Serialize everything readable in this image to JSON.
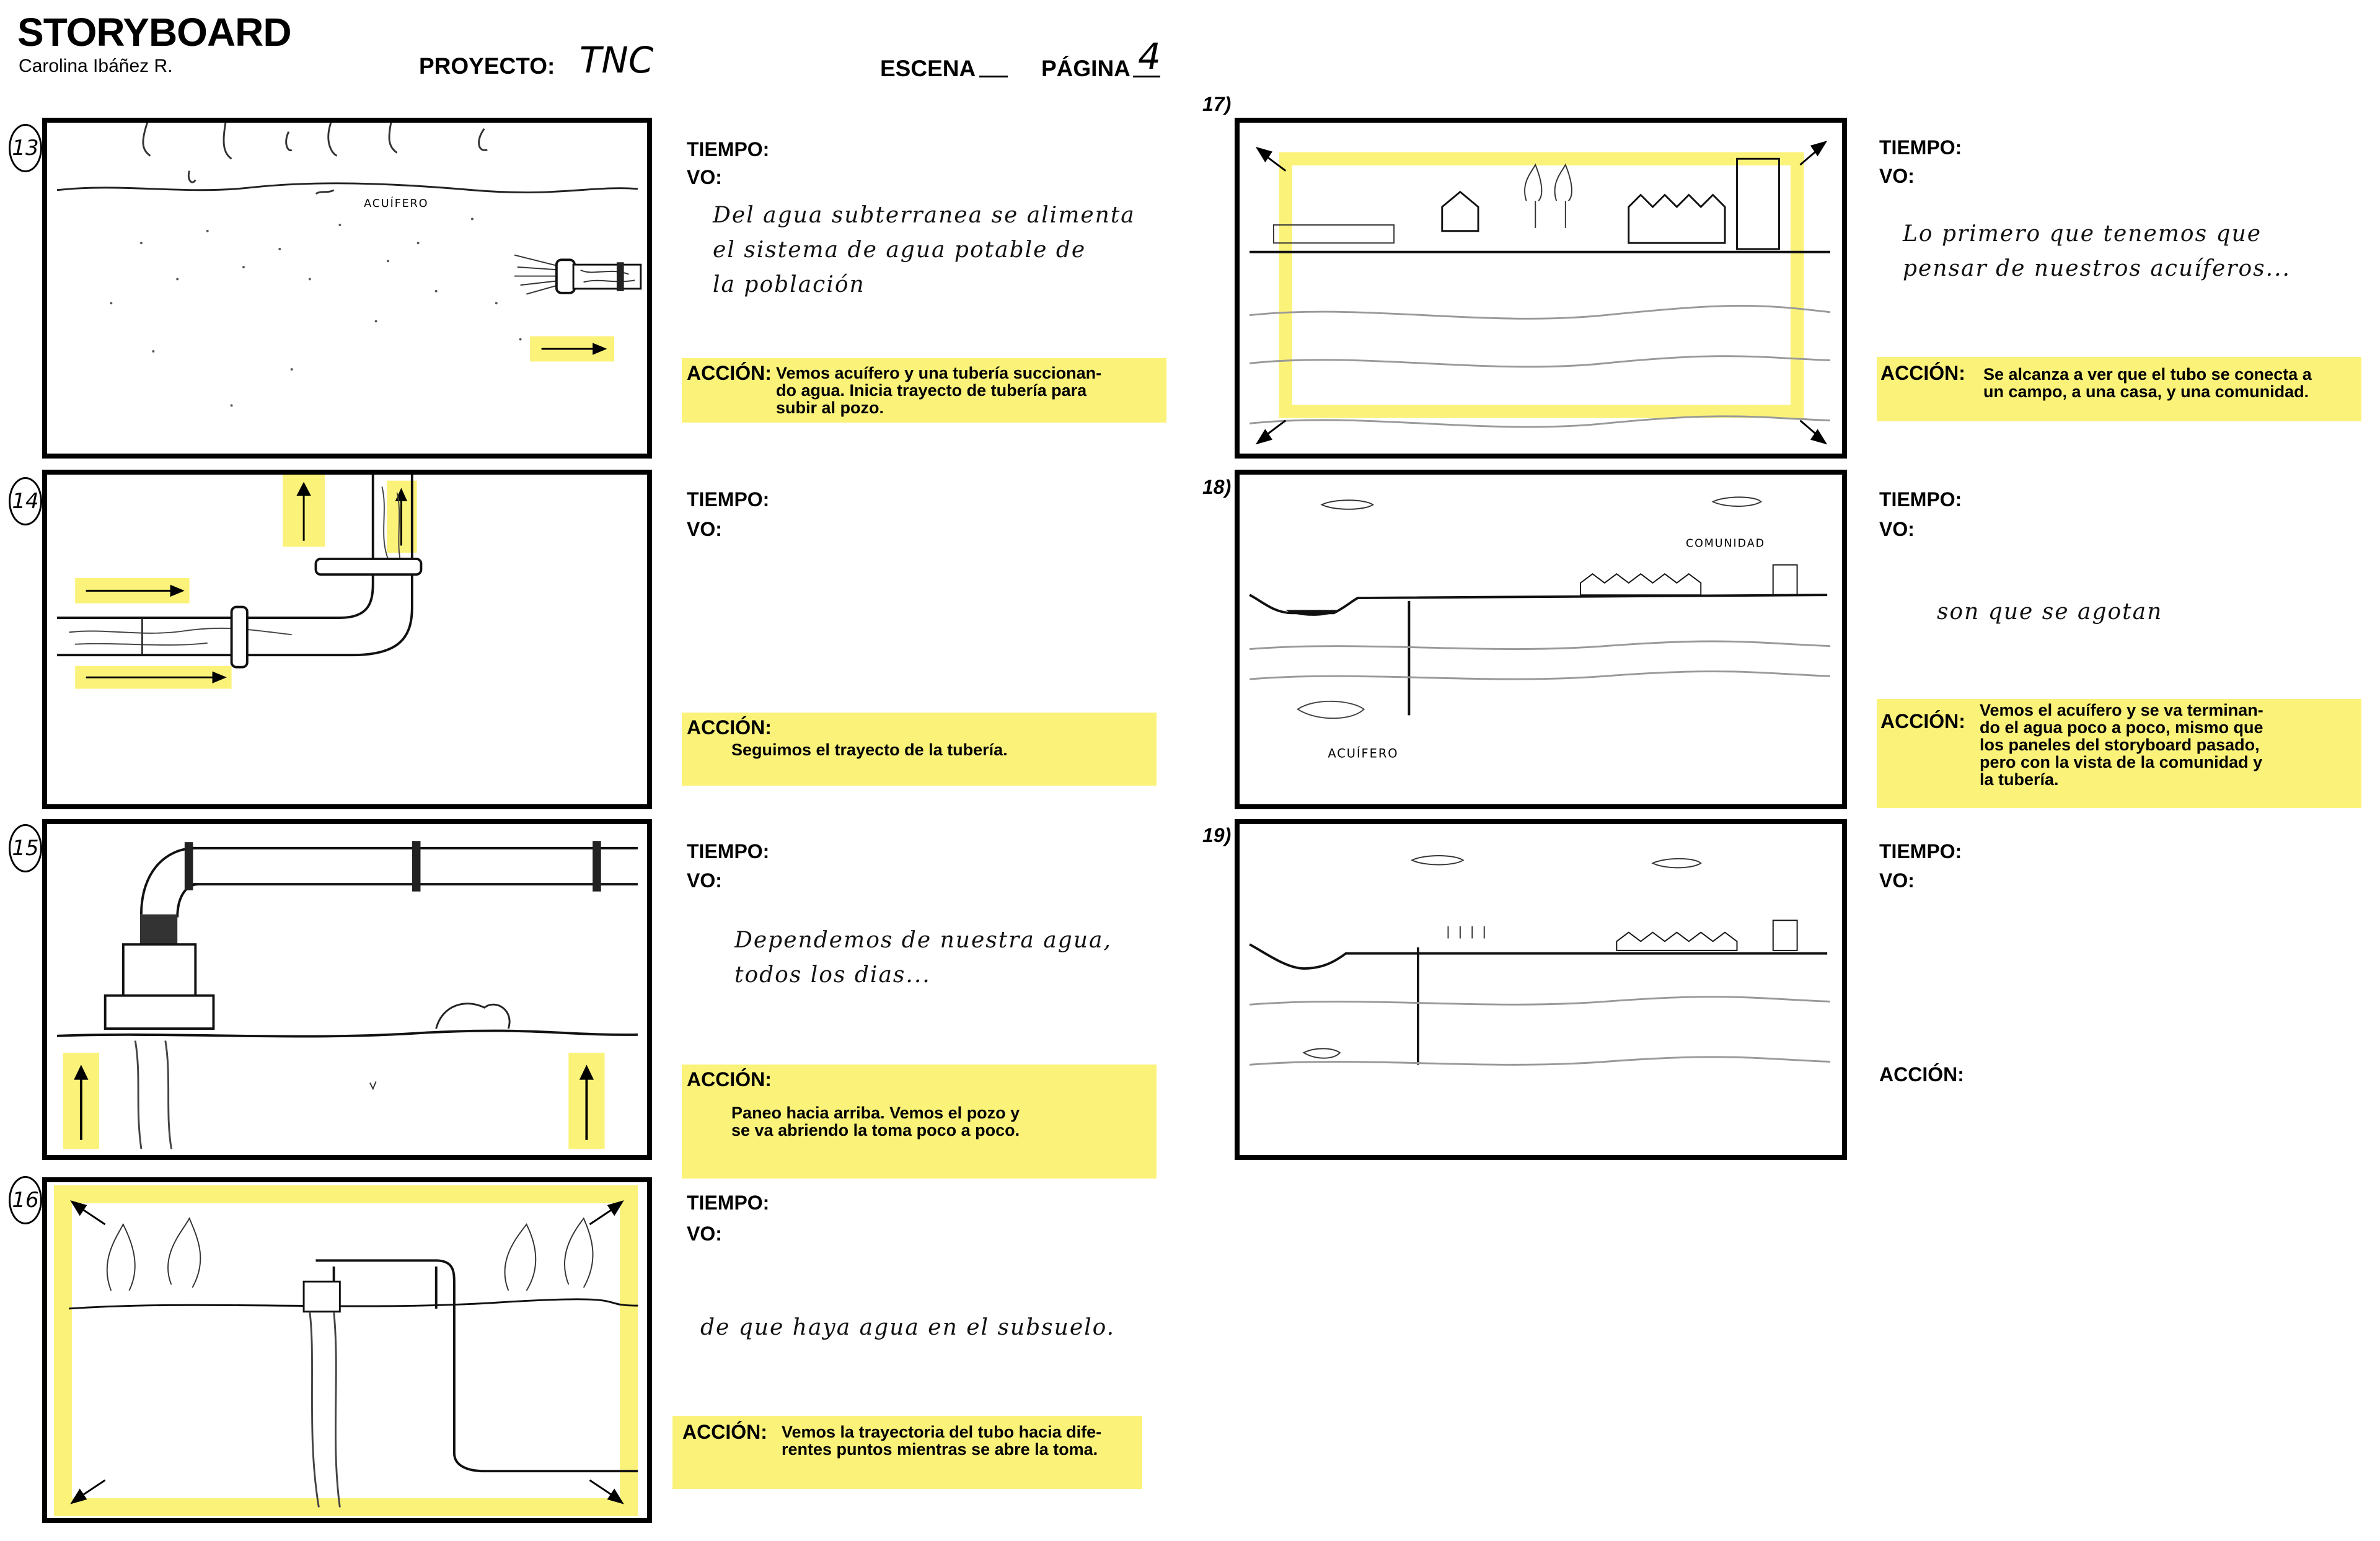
{
  "header": {
    "title": "STORYBOARD",
    "author": "Carolina Ibáñez R.",
    "project_label": "PROYECTO:",
    "project_value": "TNC",
    "scene_label": "ESCENA",
    "page_label": "PÁGINA",
    "page_value": "4"
  },
  "field_labels": {
    "tiempo": "TIEMPO:",
    "vo": "VO:",
    "accion": "ACCIÓN:"
  },
  "panels": [
    {
      "number": "13",
      "vo": "Del agua subterranea se alimenta\nel sistema de agua potable de\nla población",
      "accion": "Vemos acuífero y una tubería succionan-\ndo agua. Inicia trayecto de tubería para\nsubir al pozo.",
      "sketch_label": "ACUÍFERO"
    },
    {
      "number": "14",
      "vo": "",
      "accion": "Seguimos el trayecto de la tubería."
    },
    {
      "number": "15",
      "vo": "Dependemos de nuestra agua,\ntodos los dias...",
      "accion": "Paneo hacia arriba. Vemos el pozo y\nse va abriendo la toma poco a poco."
    },
    {
      "number": "16",
      "vo": "de  que  haya  agua  en  el  subsuelo.",
      "accion": "Vemos la trayectoria del tubo hacia dife-\nrentes puntos mientras se abre la toma."
    },
    {
      "number": "17)",
      "vo": "Lo primero que tenemos que\npensar de nuestros acuíferos...",
      "accion": "Se alcanza a ver que el tubo se conecta a\nun campo, a una casa, y una comunidad."
    },
    {
      "number": "18)",
      "vo": "son   que   se   agotan",
      "accion": "Vemos el acuífero y se va terminan-\ndo el agua poco a poco, mismo que\nlos paneles del storyboard pasado,\npero con la vista de la comunidad y\nla tubería.",
      "sketch_label_1": "COMUNIDAD",
      "sketch_label_2": "ACUÍFERO"
    },
    {
      "number": "19)",
      "vo": "",
      "accion": ""
    }
  ],
  "colors": {
    "highlight": "#fbf27a",
    "ink": "#000000"
  }
}
